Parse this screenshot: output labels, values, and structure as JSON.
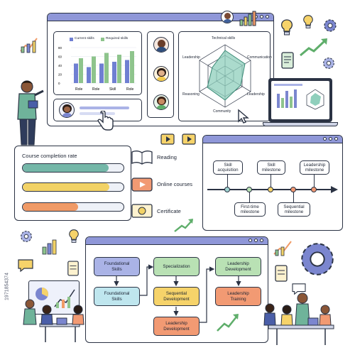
{
  "skills_chart": {
    "legend": [
      "Current skills",
      "Required skills"
    ],
    "axis": [
      "80",
      "60",
      "40",
      "20",
      "0"
    ],
    "xlabels": [
      "Role",
      "Role",
      "Skill",
      "Role"
    ],
    "colors": {
      "current": "#6f7fd2",
      "required": "#8ec48c"
    }
  },
  "radar": {
    "labels": [
      "Technical skills",
      "Communication",
      "Leadership",
      "Community",
      "Reasoning",
      "Leadership"
    ]
  },
  "completion": {
    "title": "Course completion rate",
    "bars": [
      {
        "label": "Reading",
        "color": "#74b7a8",
        "fill": 0.85
      },
      {
        "label": "Online courses",
        "color": "#f2d266",
        "fill": 0.86
      },
      {
        "label": "Certificate",
        "color": "#f09a66",
        "fill": 0.55
      }
    ]
  },
  "timeline": {
    "top": [
      {
        "label": "Skill\nacquisition",
        "color": "#9fd2cf"
      },
      {
        "label": "Skill\nmilestone",
        "color": "#f6d36a"
      },
      {
        "label": "Leadership\nmilestone",
        "color": "#f29a73"
      }
    ],
    "bottom": [
      {
        "label": "First-time\nmilestone",
        "color": "#b9e1b4"
      },
      {
        "label": "Sequential\nmilestone",
        "color": "#f29a73"
      }
    ]
  },
  "flow": {
    "col1": [
      "Foundational\nSkills",
      "Foundational\nSkills"
    ],
    "col2": [
      "Specialization",
      "Sequential\nDevelopment",
      "Leadership\nDevelopment"
    ],
    "col3": [
      "Leadership\nDevelopment",
      "Leadership\nTraining"
    ]
  },
  "watermark": "1971854374"
}
